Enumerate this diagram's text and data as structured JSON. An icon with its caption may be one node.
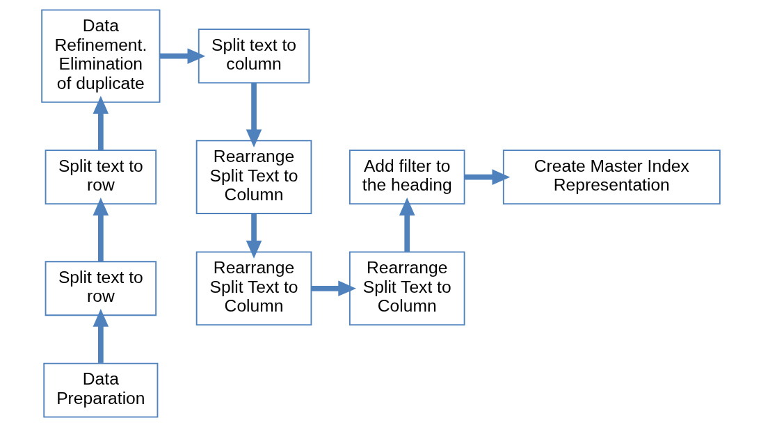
{
  "diagram": {
    "nodes": [
      {
        "text": [
          "Data Preparation"
        ]
      },
      {
        "text": [
          "Split text to row"
        ]
      },
      {
        "text": [
          "Split text to row"
        ]
      },
      {
        "text": [
          "Data Refinement. Elimination of duplicate"
        ]
      },
      {
        "text": [
          "Split text to column"
        ]
      },
      {
        "text": [
          "Rearrange Split Text to Column"
        ]
      },
      {
        "text": [
          "Rearrange Split Text to Column"
        ]
      },
      {
        "text": [
          "Rearrange Split Text to Column"
        ]
      },
      {
        "text": [
          "Add filter to the heading"
        ]
      },
      {
        "text": [
          "Create Master Index Representation"
        ]
      }
    ],
    "edges": [
      {
        "from": 0,
        "to": 1,
        "arrow": "to"
      },
      {
        "from": 1,
        "to": 2,
        "arrow": "to"
      },
      {
        "from": 2,
        "to": 3,
        "arrow": "to"
      },
      {
        "from": 3,
        "to": 4,
        "arrow": "to"
      },
      {
        "from": 4,
        "to": 5,
        "arrow": "to"
      },
      {
        "from": 5,
        "to": 6,
        "arrow": "to"
      },
      {
        "from": 6,
        "to": 7,
        "arrow": "to"
      },
      {
        "from": 7,
        "to": 8,
        "arrow": "to"
      },
      {
        "from": 8,
        "to": 9,
        "arrow": "to"
      }
    ]
  }
}
